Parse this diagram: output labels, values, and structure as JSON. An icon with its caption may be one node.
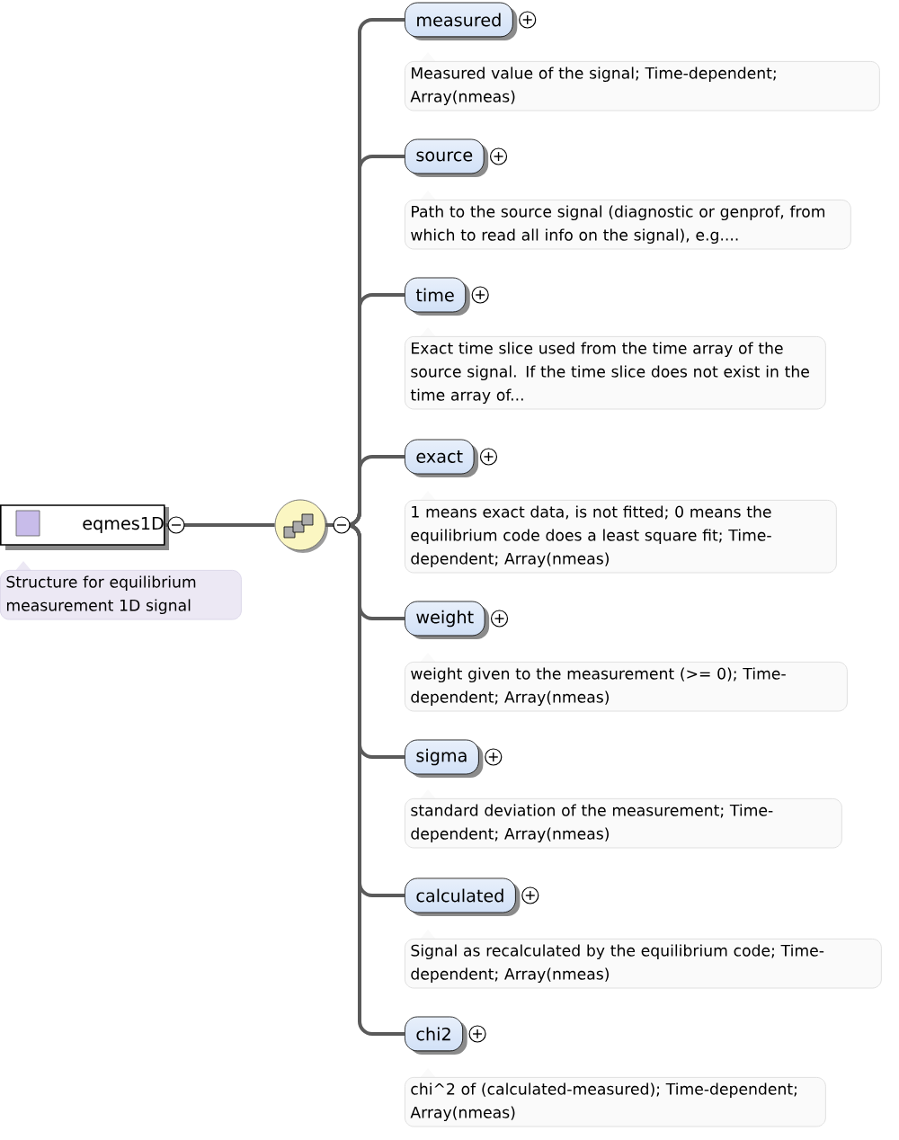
{
  "diagram": {
    "nodes": [
      {
        "text": [
          "eqmes1D",
          "Structure for equilibrium measurement 1D signal"
        ]
      },
      {
        "text": [],
        "shape": "circle"
      },
      {
        "text": [
          "measured",
          "Measured value of the signal; Time-dependent; Array(nmeas)"
        ]
      },
      {
        "text": [
          "source",
          "Path to the source signal (diagnostic or genprof, from which to read all info on the signal), e.g...."
        ]
      },
      {
        "text": [
          "time",
          "Exact time slice used from the time array of the source signal. If the time slice does not exist in the time array of..."
        ]
      },
      {
        "text": [
          "exact",
          "1 means exact data, is not fitted; 0 means the equilibrium code does a least square fit; Time-dependent; Array(nmeas)"
        ]
      },
      {
        "text": [
          "weight",
          "weight given to the measurement (>= 0); Time-dependent; Array(nmeas)"
        ]
      },
      {
        "text": [
          "sigma",
          "standard deviation of the measurement; Time-dependent; Array(nmeas)"
        ]
      },
      {
        "text": [
          "calculated",
          "Signal as recalculated by the equilibrium code; Time-dependent; Array(nmeas)"
        ]
      },
      {
        "text": [
          "chi2",
          "chi^2 of (calculated-measured); Time-dependent; Array(nmeas)"
        ]
      }
    ],
    "edges": [
      {
        "from": 0,
        "to": 1,
        "arrow": "none"
      },
      {
        "from": 1,
        "to": 2,
        "arrow": "none"
      },
      {
        "from": 1,
        "to": 3,
        "arrow": "none"
      },
      {
        "from": 1,
        "to": 4,
        "arrow": "none"
      },
      {
        "from": 1,
        "to": 5,
        "arrow": "none"
      },
      {
        "from": 1,
        "to": 6,
        "arrow": "none"
      },
      {
        "from": 1,
        "to": 7,
        "arrow": "none"
      },
      {
        "from": 1,
        "to": 8,
        "arrow": "none"
      },
      {
        "from": 1,
        "to": 9,
        "arrow": "none"
      }
    ]
  }
}
